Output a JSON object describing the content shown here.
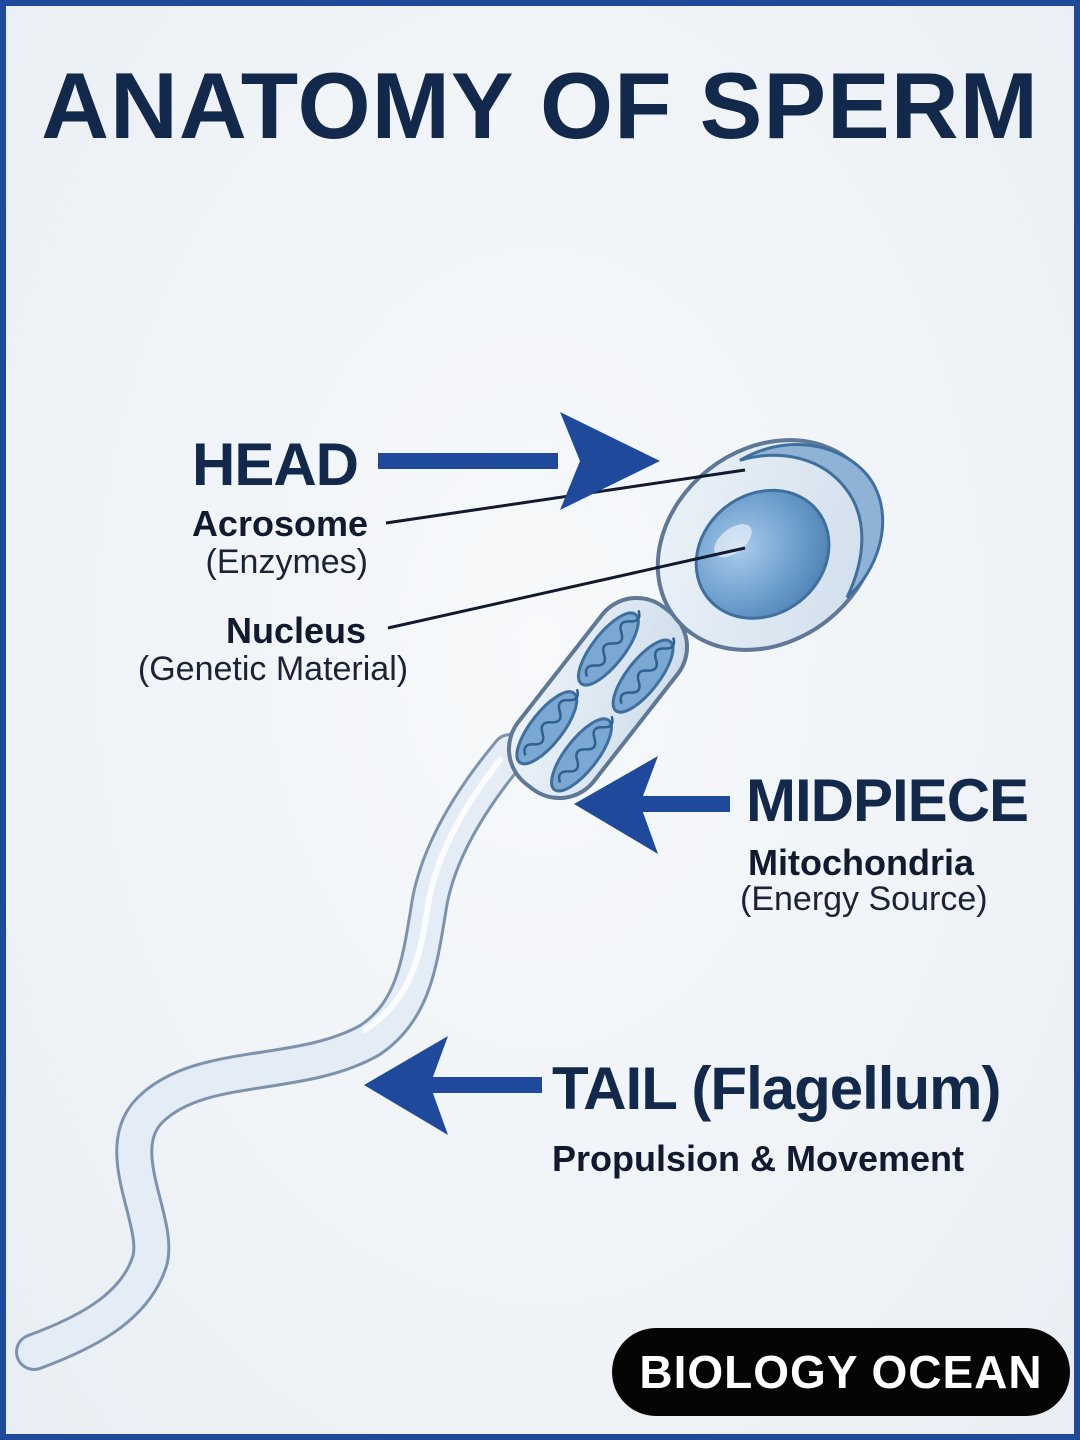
{
  "title": "ANATOMY OF SPERM",
  "labels": {
    "head": {
      "title": "HEAD"
    },
    "acrosome": {
      "name": "Acrosome",
      "desc": "(Enzymes)"
    },
    "nucleus": {
      "name": "Nucleus",
      "desc": "(Genetic Material)"
    },
    "midpiece": {
      "title": "MIDPIECE",
      "name": "Mitochondria",
      "desc": "(Energy Source)"
    },
    "tail": {
      "title": "TAIL (Flagellum)",
      "desc": "Propulsion & Movement"
    }
  },
  "badge": "BIOLOGY OCEAN",
  "colors": {
    "arrow": "#1f4a9c",
    "title": "#13294b",
    "cell_fill": "#dce7f2",
    "acrosome": "#8fb3d6",
    "nucleus": "#6a9dcb",
    "mitochondria": "#7aa8d2",
    "badge_bg": "#050505"
  }
}
